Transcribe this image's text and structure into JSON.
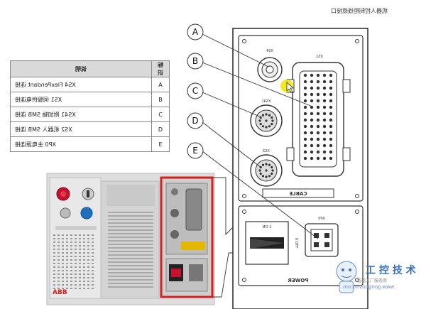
{
  "header": {
    "title": "机器人控制柜线缆接口"
  },
  "table": {
    "columns": [
      "标识",
      "说明"
    ],
    "rows": [
      {
        "label": "A",
        "desc": "XS4 FlexPendant 连接"
      },
      {
        "label": "B",
        "desc": "XS1 伺服供电连接"
      },
      {
        "label": "C",
        "desc": "XS41 附加轴 SMB 连接"
      },
      {
        "label": "D",
        "desc": "XS2 机器人 SMB 连接"
      },
      {
        "label": "E",
        "desc": "XP0 主电源连接"
      }
    ]
  },
  "callouts": [
    "A",
    "B",
    "C",
    "D",
    "E"
  ],
  "panel": {
    "cable_label": "CABLE",
    "power_label": "POWER",
    "xs4": "XS4",
    "xs1": "XS1",
    "xs41": "XS41",
    "xs2": "XS2",
    "xp0": "XP0",
    "switch_on": "1 ON",
    "switch_off": "0 OFF"
  },
  "controller": {
    "brand": "ABB"
  },
  "watermark": {
    "cn": "工 控 技 术",
    "url": "www.gongboshi.com",
    "slogan": "智能工厂服务商"
  }
}
